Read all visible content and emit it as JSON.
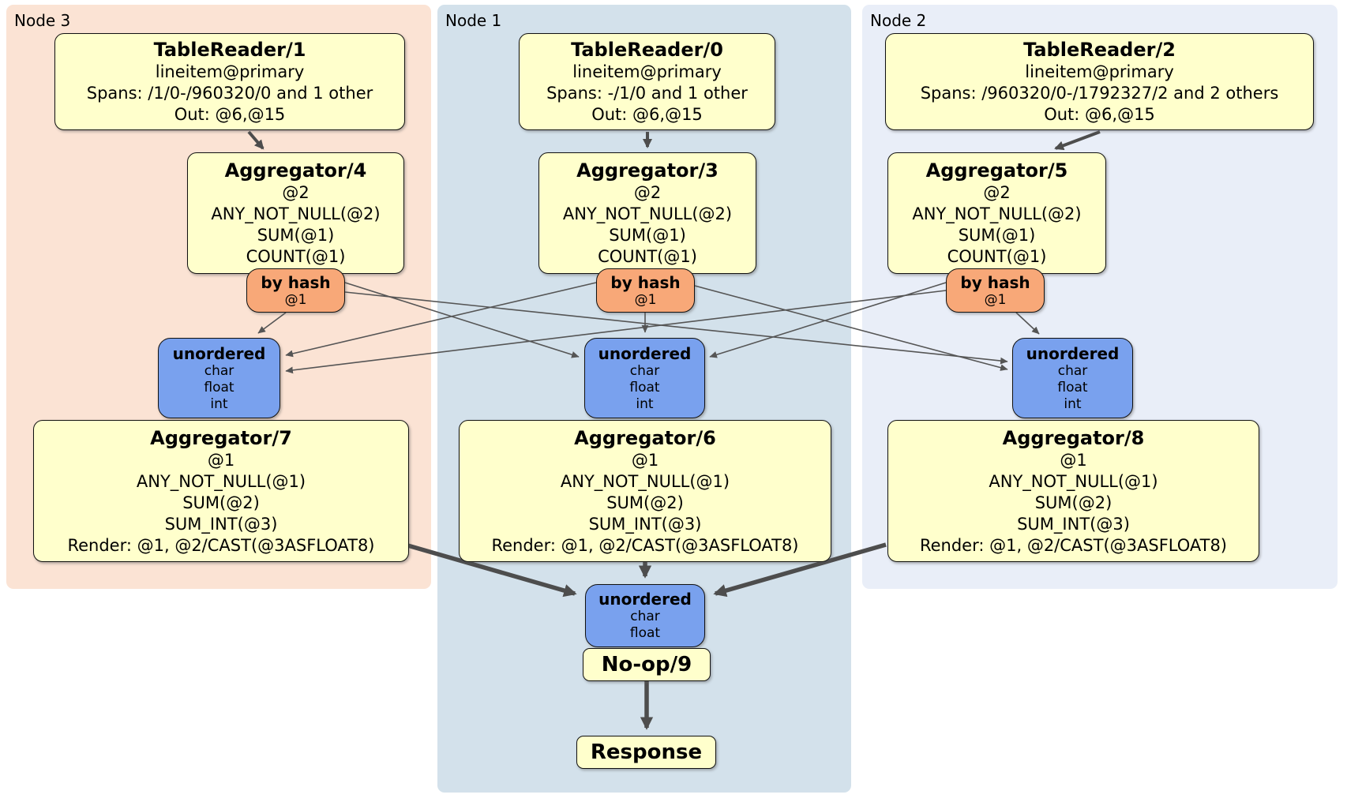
{
  "panels": [
    {
      "label": "Node 3",
      "bg": "#fbe3d4"
    },
    {
      "label": "Node 1",
      "bg": "#d3e1eb"
    },
    {
      "label": "Node 2",
      "bg": "#e9eef8"
    }
  ],
  "colors": {
    "processor_fill": "#ffffcc",
    "router_fill": "#f8a878",
    "sync_fill": "#79a1ee",
    "thin_edge": "#555555",
    "thick_edge": "#4d4d4d",
    "border": "#111111"
  },
  "boxes": {
    "tr1": {
      "title": "TableReader/1",
      "lines": [
        "lineitem@primary",
        "Spans: /1/0-/960320/0 and 1 other",
        "Out: @6,@15"
      ]
    },
    "tr0": {
      "title": "TableReader/0",
      "lines": [
        "lineitem@primary",
        "Spans: -/1/0 and 1 other",
        "Out: @6,@15"
      ]
    },
    "tr2": {
      "title": "TableReader/2",
      "lines": [
        "lineitem@primary",
        "Spans: /960320/0-/1792327/2 and 2 others",
        "Out: @6,@15"
      ]
    },
    "agg4": {
      "title": "Aggregator/4",
      "lines": [
        "@2",
        "ANY_NOT_NULL(@2)",
        "SUM(@1)",
        "COUNT(@1)"
      ]
    },
    "agg3": {
      "title": "Aggregator/3",
      "lines": [
        "@2",
        "ANY_NOT_NULL(@2)",
        "SUM(@1)",
        "COUNT(@1)"
      ]
    },
    "agg5": {
      "title": "Aggregator/5",
      "lines": [
        "@2",
        "ANY_NOT_NULL(@2)",
        "SUM(@1)",
        "COUNT(@1)"
      ]
    },
    "byhash3": {
      "title": "by hash",
      "lines": [
        "@1"
      ]
    },
    "byhash1": {
      "title": "by hash",
      "lines": [
        "@1"
      ]
    },
    "byhash2": {
      "title": "by hash",
      "lines": [
        "@1"
      ]
    },
    "unordered3": {
      "title": "unordered",
      "lines": [
        "char",
        "float",
        "int"
      ]
    },
    "unordered1": {
      "title": "unordered",
      "lines": [
        "char",
        "float",
        "int"
      ]
    },
    "unordered2": {
      "title": "unordered",
      "lines": [
        "char",
        "float",
        "int"
      ]
    },
    "agg7": {
      "title": "Aggregator/7",
      "lines": [
        "@1",
        "ANY_NOT_NULL(@1)",
        "SUM(@2)",
        "SUM_INT(@3)",
        "Render: @1, @2/CAST(@3ASFLOAT8)"
      ]
    },
    "agg6": {
      "title": "Aggregator/6",
      "lines": [
        "@1",
        "ANY_NOT_NULL(@1)",
        "SUM(@2)",
        "SUM_INT(@3)",
        "Render: @1, @2/CAST(@3ASFLOAT8)"
      ]
    },
    "agg8": {
      "title": "Aggregator/8",
      "lines": [
        "@1",
        "ANY_NOT_NULL(@1)",
        "SUM(@2)",
        "SUM_INT(@3)",
        "Render: @1, @2/CAST(@3ASFLOAT8)"
      ]
    },
    "unordered_final": {
      "title": "unordered",
      "lines": [
        "char",
        "float"
      ]
    },
    "noop": {
      "title": "No-op/9"
    },
    "response": {
      "title": "Response"
    }
  },
  "edges": {
    "reader_to_agg": [
      {
        "from": "TableReader/1",
        "to": "Aggregator/4"
      },
      {
        "from": "TableReader/0",
        "to": "Aggregator/3"
      },
      {
        "from": "TableReader/2",
        "to": "Aggregator/5"
      }
    ],
    "hash_to_sync": [
      {
        "from": "by hash @1 (Node 3)",
        "to": "unordered (Node 3)"
      },
      {
        "from": "by hash @1 (Node 3)",
        "to": "unordered (Node 1)"
      },
      {
        "from": "by hash @1 (Node 3)",
        "to": "unordered (Node 2)"
      },
      {
        "from": "by hash @1 (Node 1)",
        "to": "unordered (Node 1)"
      },
      {
        "from": "by hash @1 (Node 1)",
        "to": "unordered (Node 3)"
      },
      {
        "from": "by hash @1 (Node 1)",
        "to": "unordered (Node 2)"
      },
      {
        "from": "by hash @1 (Node 2)",
        "to": "unordered (Node 2)"
      },
      {
        "from": "by hash @1 (Node 2)",
        "to": "unordered (Node 1)"
      },
      {
        "from": "by hash @1 (Node 2)",
        "to": "unordered (Node 3)"
      }
    ],
    "agg_to_final_sync": [
      {
        "from": "Aggregator/7",
        "to": "unordered final"
      },
      {
        "from": "Aggregator/6",
        "to": "unordered final"
      },
      {
        "from": "Aggregator/8",
        "to": "unordered final"
      }
    ],
    "final_chain": [
      {
        "from": "No-op/9",
        "to": "Response"
      }
    ]
  }
}
